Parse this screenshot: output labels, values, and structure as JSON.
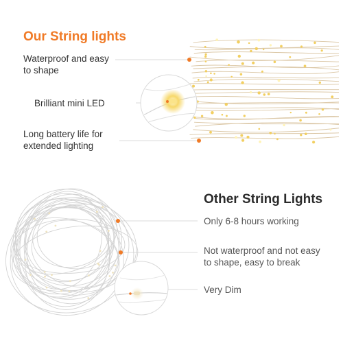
{
  "ours": {
    "title": "Our String lights",
    "features": [
      {
        "label": "Waterproof and easy to shape",
        "line1": "Waterproof and easy",
        "line2": "to shape"
      },
      {
        "label": "Brilliant mini LED",
        "line1": "Brilliant mini LED",
        "line2": ""
      },
      {
        "label": "Long battery life for extended lighting",
        "line1": "Long battery life for",
        "line2": "extended lighting"
      }
    ]
  },
  "other": {
    "title": "Other String Lights",
    "features": [
      {
        "label": "Only 6-8 hours working",
        "line1": "Only 6-8 hours working",
        "line2": ""
      },
      {
        "label": "Not waterproof and not easy to shape, easy to break",
        "line1": "Not waterproof and not easy",
        "line2": "to shape, easy to break"
      },
      {
        "label": "Very Dim",
        "line1": "Very Dim",
        "line2": ""
      }
    ]
  },
  "colors": {
    "accent": "#f07a26",
    "text": "#333333",
    "wire": "#d9c7a8",
    "led_warm": "#f6d36b"
  }
}
